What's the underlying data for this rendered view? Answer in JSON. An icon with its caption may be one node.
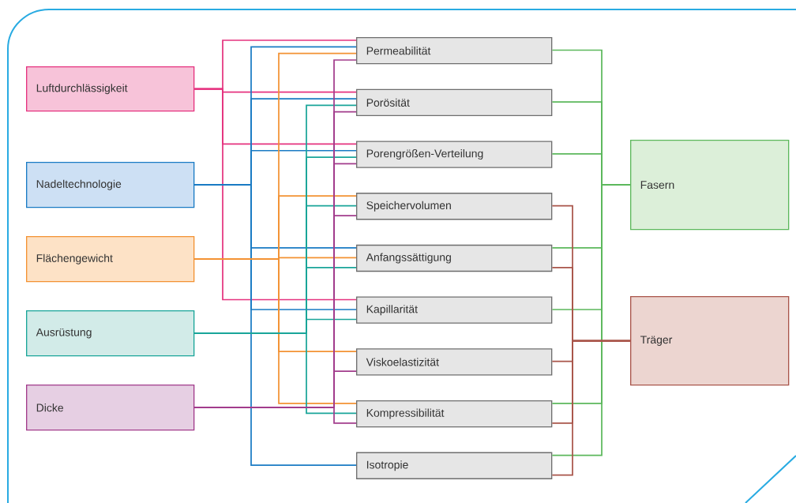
{
  "diagram": {
    "nodes": [
      {
        "text": [
          "Luftdurchlässigkeit"
        ]
      },
      {
        "text": [
          "Nadeltechnologie"
        ]
      },
      {
        "text": [
          "Flächengewicht"
        ]
      },
      {
        "text": [
          "Ausrüstung"
        ]
      },
      {
        "text": [
          "Dicke"
        ]
      },
      {
        "text": [
          "Permeabilität"
        ]
      },
      {
        "text": [
          "Porösität"
        ]
      },
      {
        "text": [
          "Porengrößen-Verteilung"
        ]
      },
      {
        "text": [
          "Speichervolumen"
        ]
      },
      {
        "text": [
          "Anfangssättigung"
        ]
      },
      {
        "text": [
          "Kapillarität"
        ]
      },
      {
        "text": [
          "Viskoelastizität"
        ]
      },
      {
        "text": [
          "Kompressibilität"
        ]
      },
      {
        "text": [
          "Isotropie"
        ]
      },
      {
        "text": [
          "Fasern"
        ]
      },
      {
        "text": [
          "Träger"
        ]
      }
    ],
    "edges": [
      {
        "from": 0,
        "to": 5,
        "arrow": "none",
        "color": "#e5337f"
      },
      {
        "from": 0,
        "to": 6,
        "arrow": "none",
        "color": "#e5337f"
      },
      {
        "from": 0,
        "to": 7,
        "arrow": "none",
        "color": "#e5337f"
      },
      {
        "from": 0,
        "to": 10,
        "arrow": "none",
        "color": "#e5337f"
      },
      {
        "from": 1,
        "to": 5,
        "arrow": "none",
        "color": "#1a7bc4"
      },
      {
        "from": 1,
        "to": 6,
        "arrow": "none",
        "color": "#1a7bc4"
      },
      {
        "from": 1,
        "to": 7,
        "arrow": "none",
        "color": "#1a7bc4"
      },
      {
        "from": 1,
        "to": 9,
        "arrow": "none",
        "color": "#1a7bc4"
      },
      {
        "from": 1,
        "to": 10,
        "arrow": "none",
        "color": "#1a7bc4"
      },
      {
        "from": 1,
        "to": 13,
        "arrow": "none",
        "color": "#1a7bc4"
      },
      {
        "from": 2,
        "to": 5,
        "arrow": "none",
        "color": "#f39233"
      },
      {
        "from": 2,
        "to": 8,
        "arrow": "none",
        "color": "#f39233"
      },
      {
        "from": 2,
        "to": 9,
        "arrow": "none",
        "color": "#f39233"
      },
      {
        "from": 2,
        "to": 11,
        "arrow": "none",
        "color": "#f39233"
      },
      {
        "from": 2,
        "to": 12,
        "arrow": "none",
        "color": "#f39233"
      },
      {
        "from": 3,
        "to": 6,
        "arrow": "none",
        "color": "#1aa599"
      },
      {
        "from": 3,
        "to": 7,
        "arrow": "none",
        "color": "#1aa599"
      },
      {
        "from": 3,
        "to": 8,
        "arrow": "none",
        "color": "#1aa599"
      },
      {
        "from": 3,
        "to": 9,
        "arrow": "none",
        "color": "#1aa599"
      },
      {
        "from": 3,
        "to": 10,
        "arrow": "none",
        "color": "#1aa599"
      },
      {
        "from": 3,
        "to": 12,
        "arrow": "none",
        "color": "#1aa599"
      },
      {
        "from": 4,
        "to": 5,
        "arrow": "none",
        "color": "#a23c8c"
      },
      {
        "from": 4,
        "to": 6,
        "arrow": "none",
        "color": "#a23c8c"
      },
      {
        "from": 4,
        "to": 7,
        "arrow": "none",
        "color": "#a23c8c"
      },
      {
        "from": 4,
        "to": 8,
        "arrow": "none",
        "color": "#a23c8c"
      },
      {
        "from": 4,
        "to": 11,
        "arrow": "none",
        "color": "#a23c8c"
      },
      {
        "from": 4,
        "to": 12,
        "arrow": "none",
        "color": "#a23c8c"
      },
      {
        "from": 5,
        "to": 14,
        "arrow": "none",
        "color": "#5cb85c"
      },
      {
        "from": 6,
        "to": 14,
        "arrow": "none",
        "color": "#5cb85c"
      },
      {
        "from": 7,
        "to": 14,
        "arrow": "none",
        "color": "#5cb85c"
      },
      {
        "from": 9,
        "to": 14,
        "arrow": "none",
        "color": "#5cb85c"
      },
      {
        "from": 10,
        "to": 14,
        "arrow": "none",
        "color": "#5cb85c"
      },
      {
        "from": 12,
        "to": 14,
        "arrow": "none",
        "color": "#5cb85c"
      },
      {
        "from": 13,
        "to": 14,
        "arrow": "none",
        "color": "#5cb85c"
      },
      {
        "from": 8,
        "to": 15,
        "arrow": "none",
        "color": "#a9554a"
      },
      {
        "from": 9,
        "to": 15,
        "arrow": "none",
        "color": "#a9554a"
      },
      {
        "from": 11,
        "to": 15,
        "arrow": "none",
        "color": "#a9554a"
      },
      {
        "from": 12,
        "to": 15,
        "arrow": "none",
        "color": "#a9554a"
      },
      {
        "from": 13,
        "to": 15,
        "arrow": "none",
        "color": "#a9554a"
      }
    ]
  }
}
